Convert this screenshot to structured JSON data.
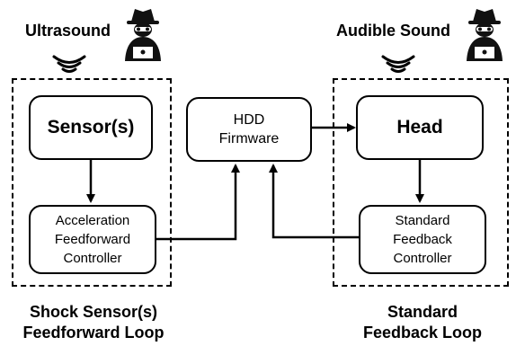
{
  "attack_labels": {
    "ultrasound": "Ultrasound",
    "audible_sound": "Audible Sound"
  },
  "icons": {
    "attacker": "hacker-icon",
    "sound_waves": "sound-waves-icon"
  },
  "nodes": {
    "sensors": "Sensor(s)",
    "acceleration_controller": "Acceleration\nFeedforward\nController",
    "hdd_firmware": "HDD\nFirmware",
    "head": "Head",
    "standard_controller": "Standard\nFeedback\nController"
  },
  "groups": {
    "shock_loop": "Shock Sensor(s)\nFeedforward Loop",
    "standard_loop": "Standard\nFeedback Loop"
  }
}
